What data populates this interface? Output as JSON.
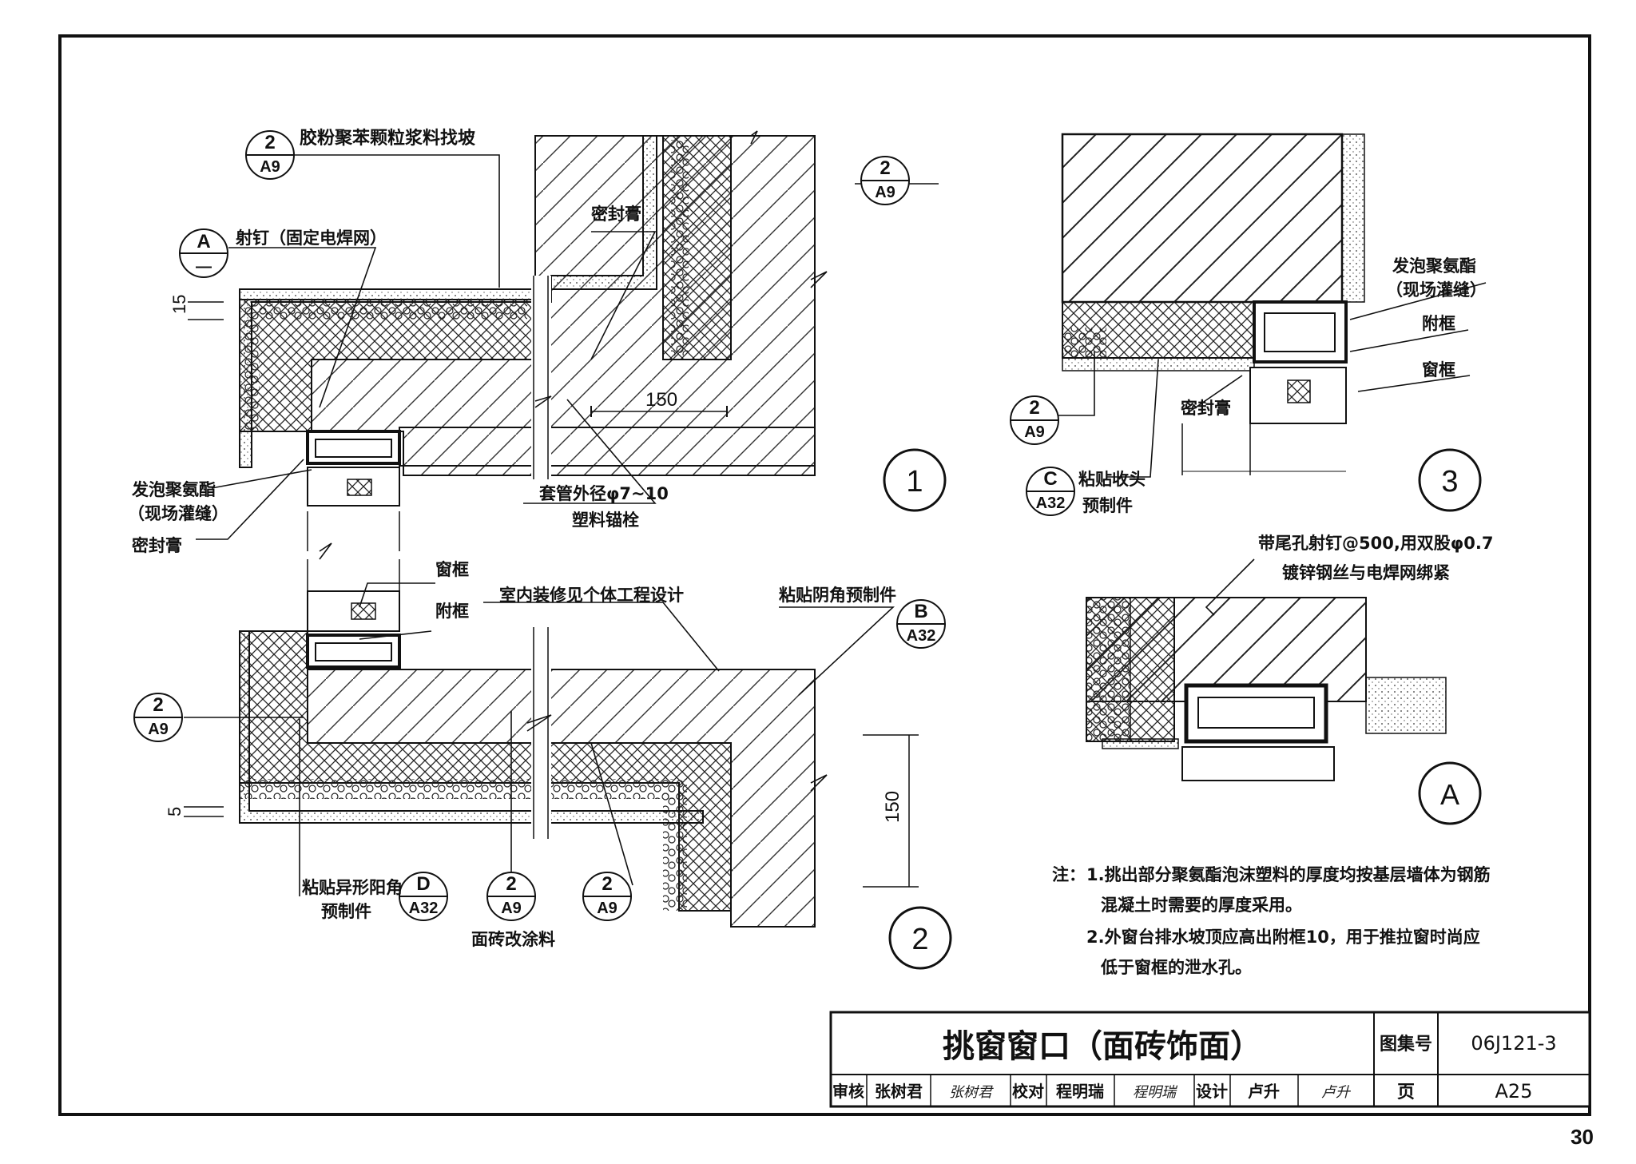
{
  "page_number": "30",
  "title_block": {
    "drawing_title": "挑窗窗口（面砖饰面）",
    "atlas_label": "图集号",
    "atlas_no": "06J121-3",
    "page_label": "页",
    "page_no": "A25",
    "review_label": "审核",
    "reviewer": "张树君",
    "check_label": "校对",
    "checker": "程明瑞",
    "design_label": "设计",
    "designer": "卢升",
    "sig1": "张树君",
    "sig2": "程明瑞",
    "sig3": "卢升"
  },
  "detail_markers": {
    "d1": "1",
    "d2": "2",
    "d3": "3",
    "dA": "A"
  },
  "refs": {
    "ref_2_A9": {
      "top": "2",
      "bottom": "A9"
    },
    "ref_A_dash": {
      "top": "A",
      "bottom": "—"
    },
    "ref_B_A32": {
      "top": "B",
      "bottom": "A32"
    },
    "ref_C_A32": {
      "top": "C",
      "bottom": "A32"
    },
    "ref_D_A32": {
      "top": "D",
      "bottom": "A32"
    }
  },
  "labels": {
    "mortar": "胶粉聚苯颗粒浆料找坡",
    "nail": "射钉（固定电焊网）",
    "sealant": "密封膏",
    "foam": "发泡聚氨酯",
    "foam_site": "（现场灌缝）",
    "sleeve": "套管外径φ7~10",
    "anchor": "塑料锚栓",
    "window_frame": "窗框",
    "sub_frame": "附框",
    "interior": "室内装修见个体工程设计",
    "inner_corner": "粘贴阴角预制件",
    "outer_corner": "粘贴异形阳角",
    "prefab": "预制件",
    "tile_coating": "面砖改涂料",
    "edge_prefab": "粘贴收头",
    "tail_nail": "带尾孔射钉@500,用双股φ0.7",
    "zinc_wire": "镀锌钢丝与电焊网绑紧"
  },
  "dims": {
    "d150": "150",
    "d15": "15",
    "d5": "5"
  },
  "notes": {
    "prefix": "注：",
    "n1a": "1.挑出部分聚氨酯泡沫塑料的厚度均按基层墙体为钢筋",
    "n1b": "混凝土时需要的厚度采用。",
    "n2a": "2.外窗台排水坡顶应高出附框10，用于推拉窗时尚应",
    "n2b": "低于窗框的泄水孔。"
  }
}
